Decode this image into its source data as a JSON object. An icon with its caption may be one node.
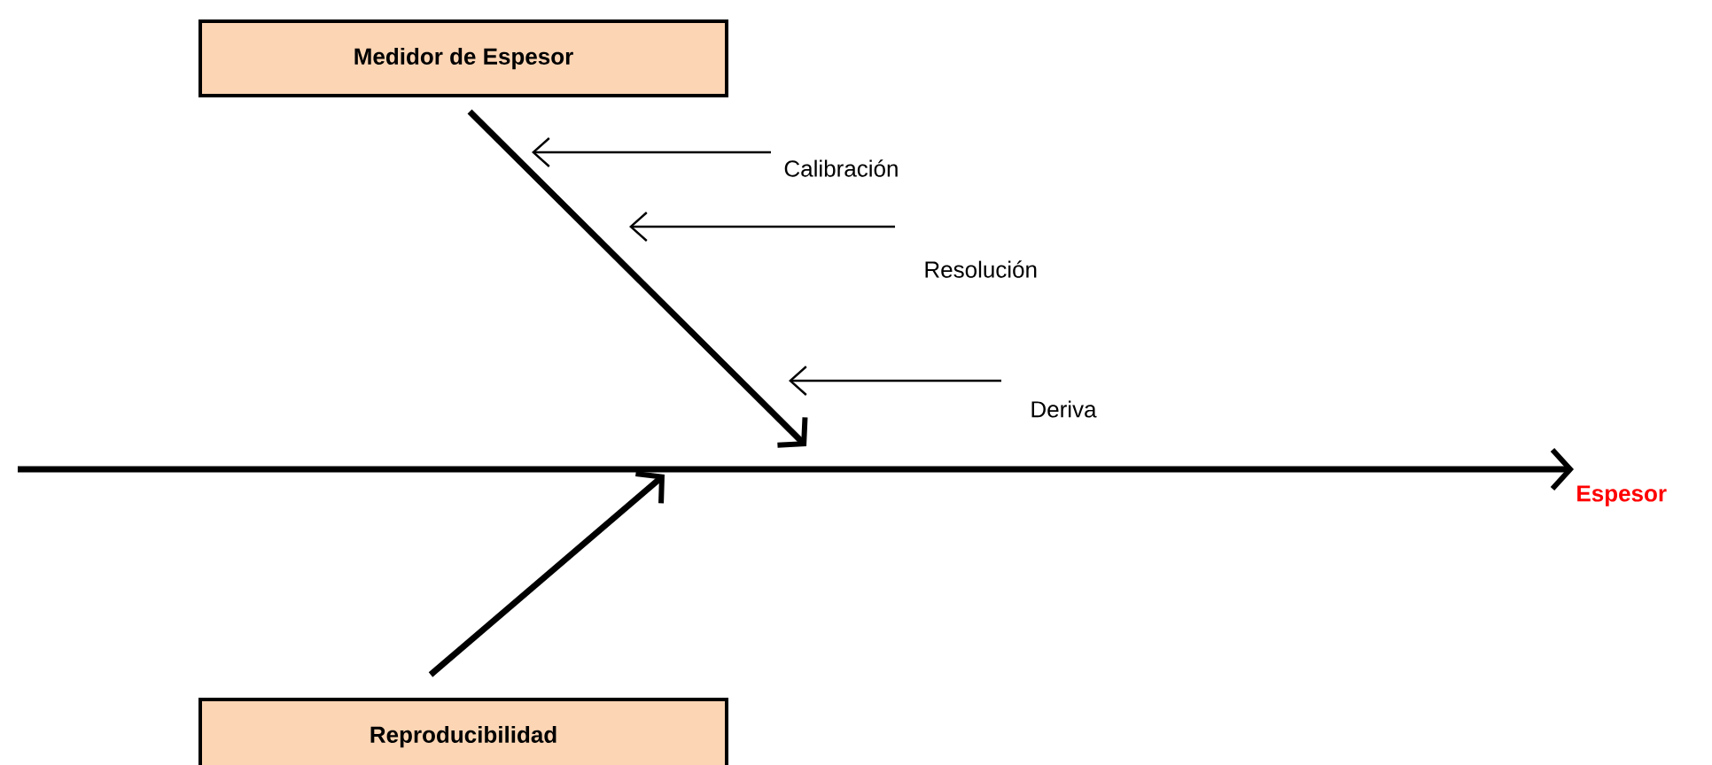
{
  "diagram": {
    "nodes": [
      {
        "text": [
          "Medidor de Espesor"
        ]
      },
      {
        "text": [
          "Reproducibilidad"
        ]
      },
      {
        "text": [
          "Espesor"
        ]
      },
      {
        "text": [
          "Calibración"
        ]
      },
      {
        "text": [
          "Resolución"
        ]
      },
      {
        "text": [
          "Deriva"
        ]
      }
    ],
    "edges": [
      {
        "from": null,
        "to": 2,
        "arrow": "to",
        "style": "thick"
      },
      {
        "from": 0,
        "to": null,
        "arrow": "to",
        "style": "thick"
      },
      {
        "from": 1,
        "to": null,
        "arrow": "to",
        "style": "thick"
      },
      {
        "from": 3,
        "to": null,
        "arrow": "to"
      },
      {
        "from": 4,
        "to": null,
        "arrow": "to"
      },
      {
        "from": 5,
        "to": null,
        "arrow": "to"
      }
    ]
  }
}
